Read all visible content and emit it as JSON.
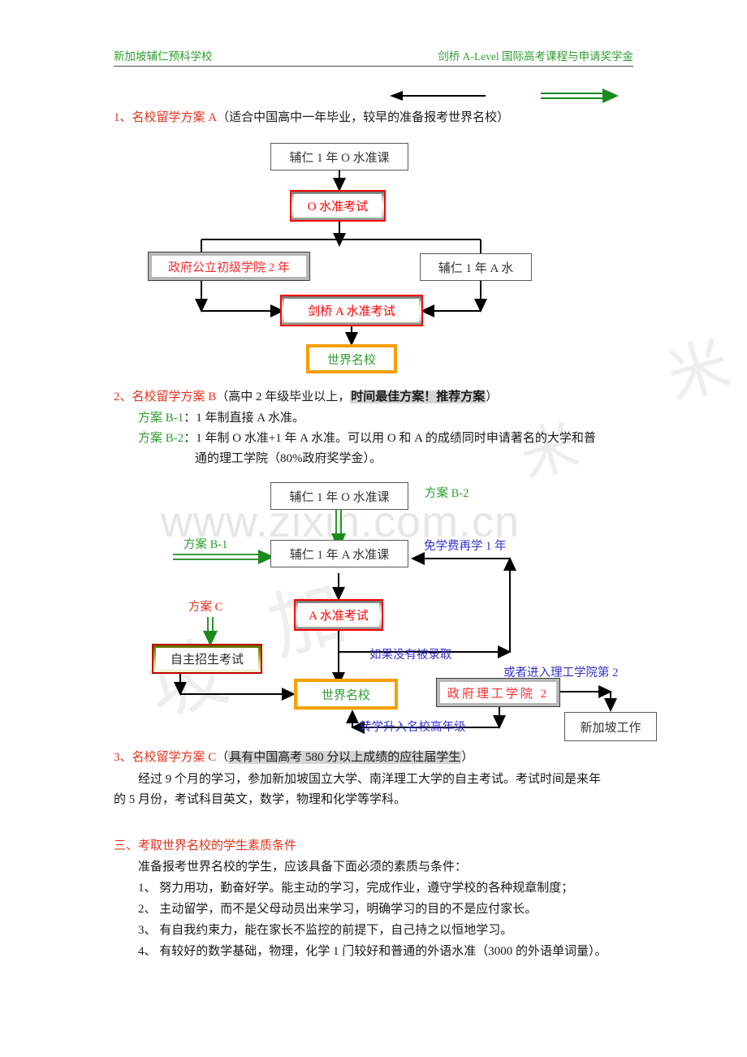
{
  "header": {
    "left": "新加坡辅仁预科学校",
    "right": "剑桥 A-Level 国际高考课程与申请奖学金"
  },
  "watermark": {
    "url": "www.zixin.com.cn",
    "cjk1": "米",
    "cjk2": "加",
    "cjk3": "坡"
  },
  "section1": {
    "heading_red": "1、名校留学方案 A",
    "heading_black": "（适合中国高中一年毕业，较早的准备报考世界名校）"
  },
  "flow1": {
    "n1": "辅仁 1 年 O 水准课",
    "n2": "O 水准考试",
    "n3": "政府公立初级学院 2 年",
    "n4": "辅仁 1 年 A 水",
    "n5": "剑桥 A 水准考试",
    "n6": "世界名校"
  },
  "section2": {
    "heading_red": "2、名校留学方案 B",
    "heading_p1": "（高中 2 年级毕业以上，",
    "heading_hl": "时间最佳方案！推荐方案",
    "heading_p2": "）",
    "b1_label": "方案 B-1",
    "b1_text": "：1 年制直接 A 水准。",
    "b2_label": "方案 B-2",
    "b2_text": "：1 年制 O 水准+1 年 A 水准。可以用 O 和 A 的成绩同时申请著名的大学和普",
    "b2_text2": "通的理工学院（80%政府奖学金）。"
  },
  "flow2": {
    "n1": "辅仁 1 年 O 水准课",
    "n2": "辅仁 1 年 A 水准课",
    "n3": "A 水准考试",
    "n4": "自主招生考试",
    "n5": "世界名校",
    "n6": "政府理工学院 2",
    "n7": "新加坡工作",
    "lbl_b2": "方案 B-2",
    "lbl_b1": "方案 B-1",
    "lbl_c": "方案 C",
    "lbl_free": "免学费再学 1 年",
    "lbl_notadmit": "如果没有被录取",
    "lbl_poly": "或者进入理工学院第 2",
    "lbl_transfer": "转学升入名校高年级"
  },
  "section3": {
    "heading_red": "3、名校留学方案 C",
    "heading_p1": "（",
    "heading_hl": "具有中国高考 580 分以上成绩的应往届学生",
    "heading_p2": "）",
    "line1": "经过 9 个月的学习，参加新加坡国立大学、南洋理工大学的自主考试。考试时间是来年",
    "line2": "的 5 月份，考试科目英文，数学，物理和化学等学科。"
  },
  "section4": {
    "heading": "三、考取世界名校的学生素质条件",
    "intro": "准备报考世界名校的学生，应该具备下面必须的素质与条件：",
    "items": [
      "1、 努力用功，勤奋好学。能主动的学习，完成作业，遵守学校的各种规章制度；",
      "2、 主动留学，而不是父母动员出来学习，明确学习的目的不是应付家长。",
      "3、 有自我约束力，能在家长不监控的前提下，自己持之以恒地学习。",
      "4、 有较好的数学基础，物理，化学 1 门较好和普通的外语水准（3000 的外语单词量）。"
    ]
  },
  "colors": {
    "header_green": "#2f9e2f",
    "heading_red": "#e8301b",
    "label_blue": "#3333cc",
    "orange": "#F5A004",
    "arrow_green": "#1a8a1a"
  }
}
